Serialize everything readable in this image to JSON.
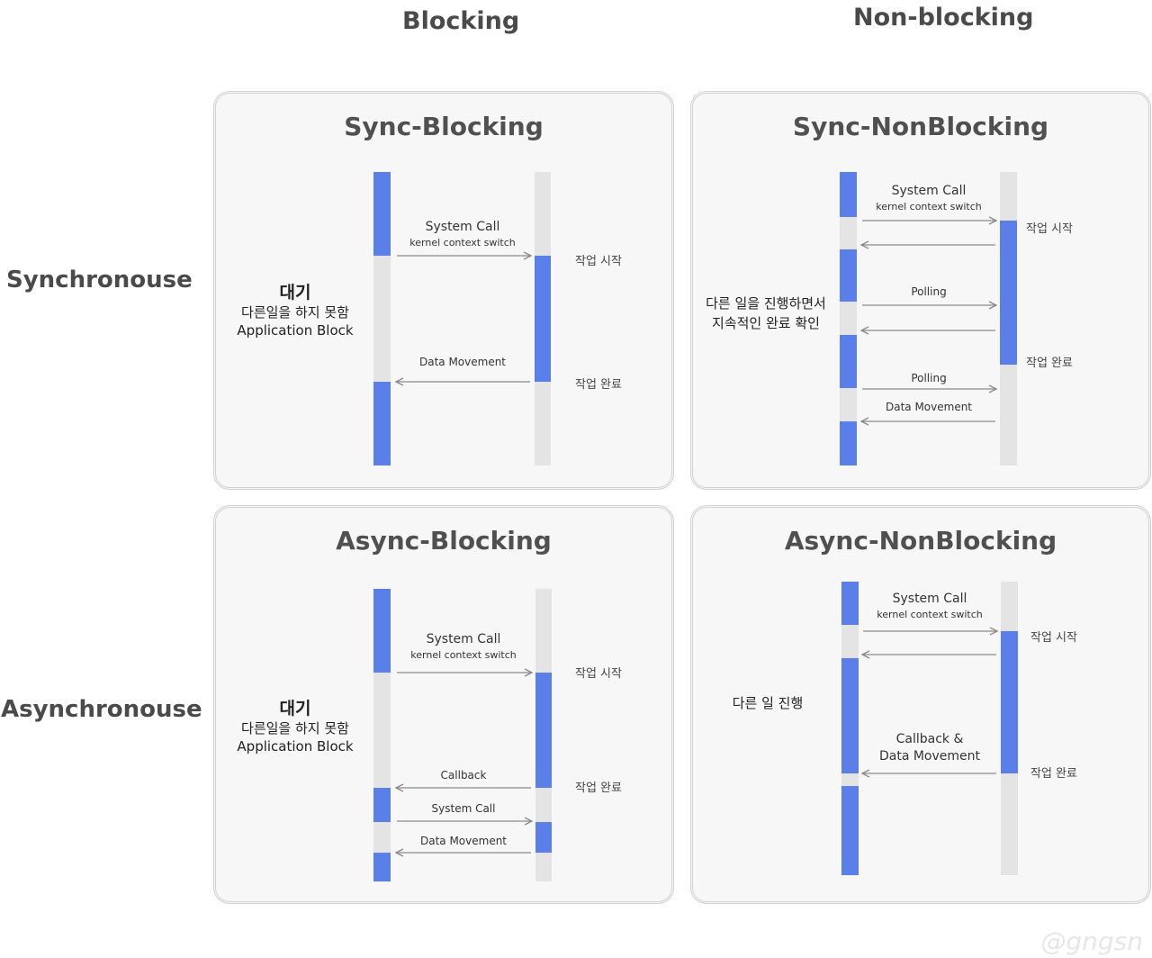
{
  "columns": {
    "blocking": "Blocking",
    "nonblocking": "Non-blocking"
  },
  "rows": {
    "sync": "Synchronouse",
    "async": "Asynchronouse"
  },
  "sync_blocking": {
    "title": "Sync-Blocking",
    "wait_title": "대기",
    "wait_line1": "다른일을 하지 못함",
    "wait_line2": "Application Block",
    "system_call": "System Call",
    "kernel_switch": "kernel context switch",
    "data_movement": "Data Movement",
    "start": "작업 시작",
    "done": "작업 완료"
  },
  "sync_nonblocking": {
    "title": "Sync-NonBlocking",
    "system_call": "System Call",
    "kernel_switch": "kernel context switch",
    "desc_line1": "다른 일을 진행하면서",
    "desc_line2": "지속적인 완료 확인",
    "polling1": "Polling",
    "polling2": "Polling",
    "data_movement": "Data Movement",
    "start": "작업 시작",
    "done": "작업 완료"
  },
  "async_blocking": {
    "title": "Async-Blocking",
    "wait_title": "대기",
    "wait_line1": "다른일을 하지 못함",
    "wait_line2": "Application Block",
    "system_call": "System Call",
    "kernel_switch": "kernel context switch",
    "callback": "Callback",
    "system_call2": "System Call",
    "data_movement": "Data Movement",
    "start": "작업 시작",
    "done": "작업 완료"
  },
  "async_nonblocking": {
    "title": "Async-NonBlocking",
    "system_call": "System Call",
    "kernel_switch": "kernel context switch",
    "desc": "다른 일 진행",
    "callback_line1": "Callback &",
    "callback_line2": "Data Movement",
    "start": "작업 시작",
    "done": "작업 완료"
  },
  "watermark": "@gngsn",
  "colors": {
    "active": "#5b7fe8",
    "idle": "#e4e4e4",
    "arrow": "#8a8a8a"
  }
}
